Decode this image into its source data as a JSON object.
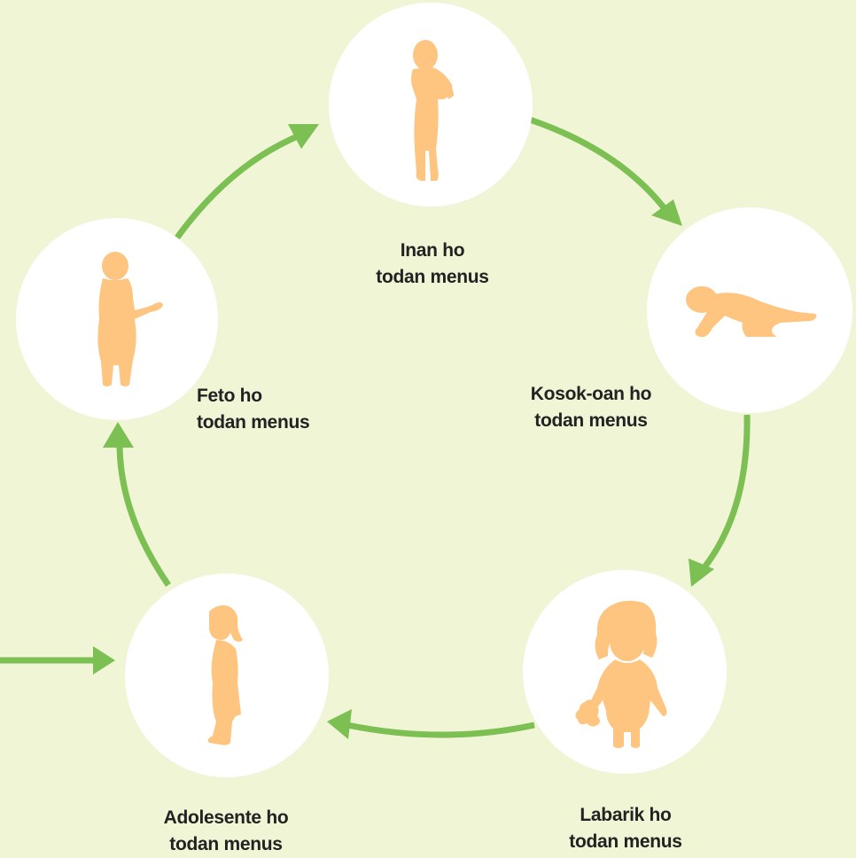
{
  "colors": {
    "background": "#f0f5d6",
    "circle": "#ffffff",
    "arrow": "#7cbf52",
    "figure": "#fdc57f",
    "text": "#222222"
  },
  "stages": [
    {
      "id": "mother",
      "line1": "Inan ho",
      "line2": "todan menus",
      "icon": "standing-woman-icon"
    },
    {
      "id": "baby",
      "line1": "Kosok-oan ho",
      "line2": "todan menus",
      "icon": "crawling-baby-icon"
    },
    {
      "id": "child",
      "line1": "Labarik ho",
      "line2": "todan menus",
      "icon": "child-with-toy-icon"
    },
    {
      "id": "adolescent",
      "line1": "Adolesente ho",
      "line2": "todan menus",
      "icon": "adolescent-girl-icon"
    },
    {
      "id": "fetus",
      "line1": "Feto ho",
      "line2": "todan menus",
      "icon": "young-woman-icon"
    }
  ]
}
